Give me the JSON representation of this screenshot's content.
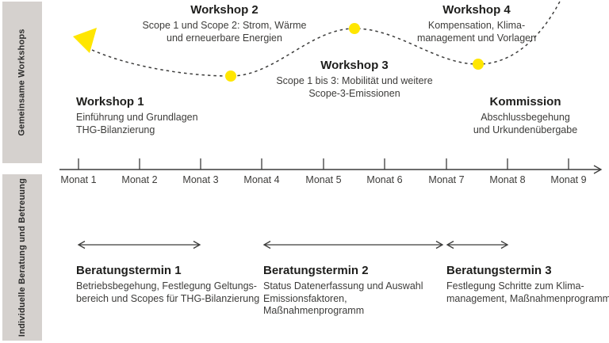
{
  "palette": {
    "sidebar_bg": "#d5d1ce",
    "accent_yellow": "#ffe600",
    "line_color": "#3c3c3b",
    "heading_color": "#1e1e1c",
    "body_color": "#3d3c3a"
  },
  "sidebar": {
    "top_label": "Gemeinsame Workshops",
    "bottom_label": "Individuelle Beratung und Betreuung"
  },
  "workshops": [
    {
      "title": "Workshop 1",
      "line1": "Einführung und Grundlagen",
      "line2": "THG-Bilanzierung"
    },
    {
      "title": "Workshop 2",
      "line1": "Scope 1 und Scope 2: Strom, Wärme",
      "line2": "und erneuerbare Energien"
    },
    {
      "title": "Workshop 3",
      "line1": "Scope 1 bis 3: Mobilität und weitere",
      "line2": "Scope-3-Emissionen"
    },
    {
      "title": "Workshop 4",
      "line1": "Kompensation, Klima-",
      "line2": "management und Vorlagen"
    },
    {
      "title": "Kommission",
      "line1": "Abschlussbegehung",
      "line2": "und Urkundenübergabe"
    }
  ],
  "timeline": {
    "months": [
      "Monat 1",
      "Monat 2",
      "Monat 3",
      "Monat 4",
      "Monat 5",
      "Monat 6",
      "Monat 7",
      "Monat 8",
      "Monat 9"
    ]
  },
  "consultations": [
    {
      "title": "Beratungstermin 1",
      "line1": "Betriebsbegehung, Festlegung Geltungs-",
      "line2": "bereich und Scopes für THG-Bilanzierung"
    },
    {
      "title": "Beratungstermin 2",
      "line1": "Status Datenerfassung und Auswahl",
      "line2": "Emissionsfaktoren, Maßnahmenprogramm"
    },
    {
      "title": "Beratungstermin 3",
      "line1": "Festlegung Schritte zum Klima-",
      "line2": "management, Maßnahmenprogramm"
    }
  ]
}
